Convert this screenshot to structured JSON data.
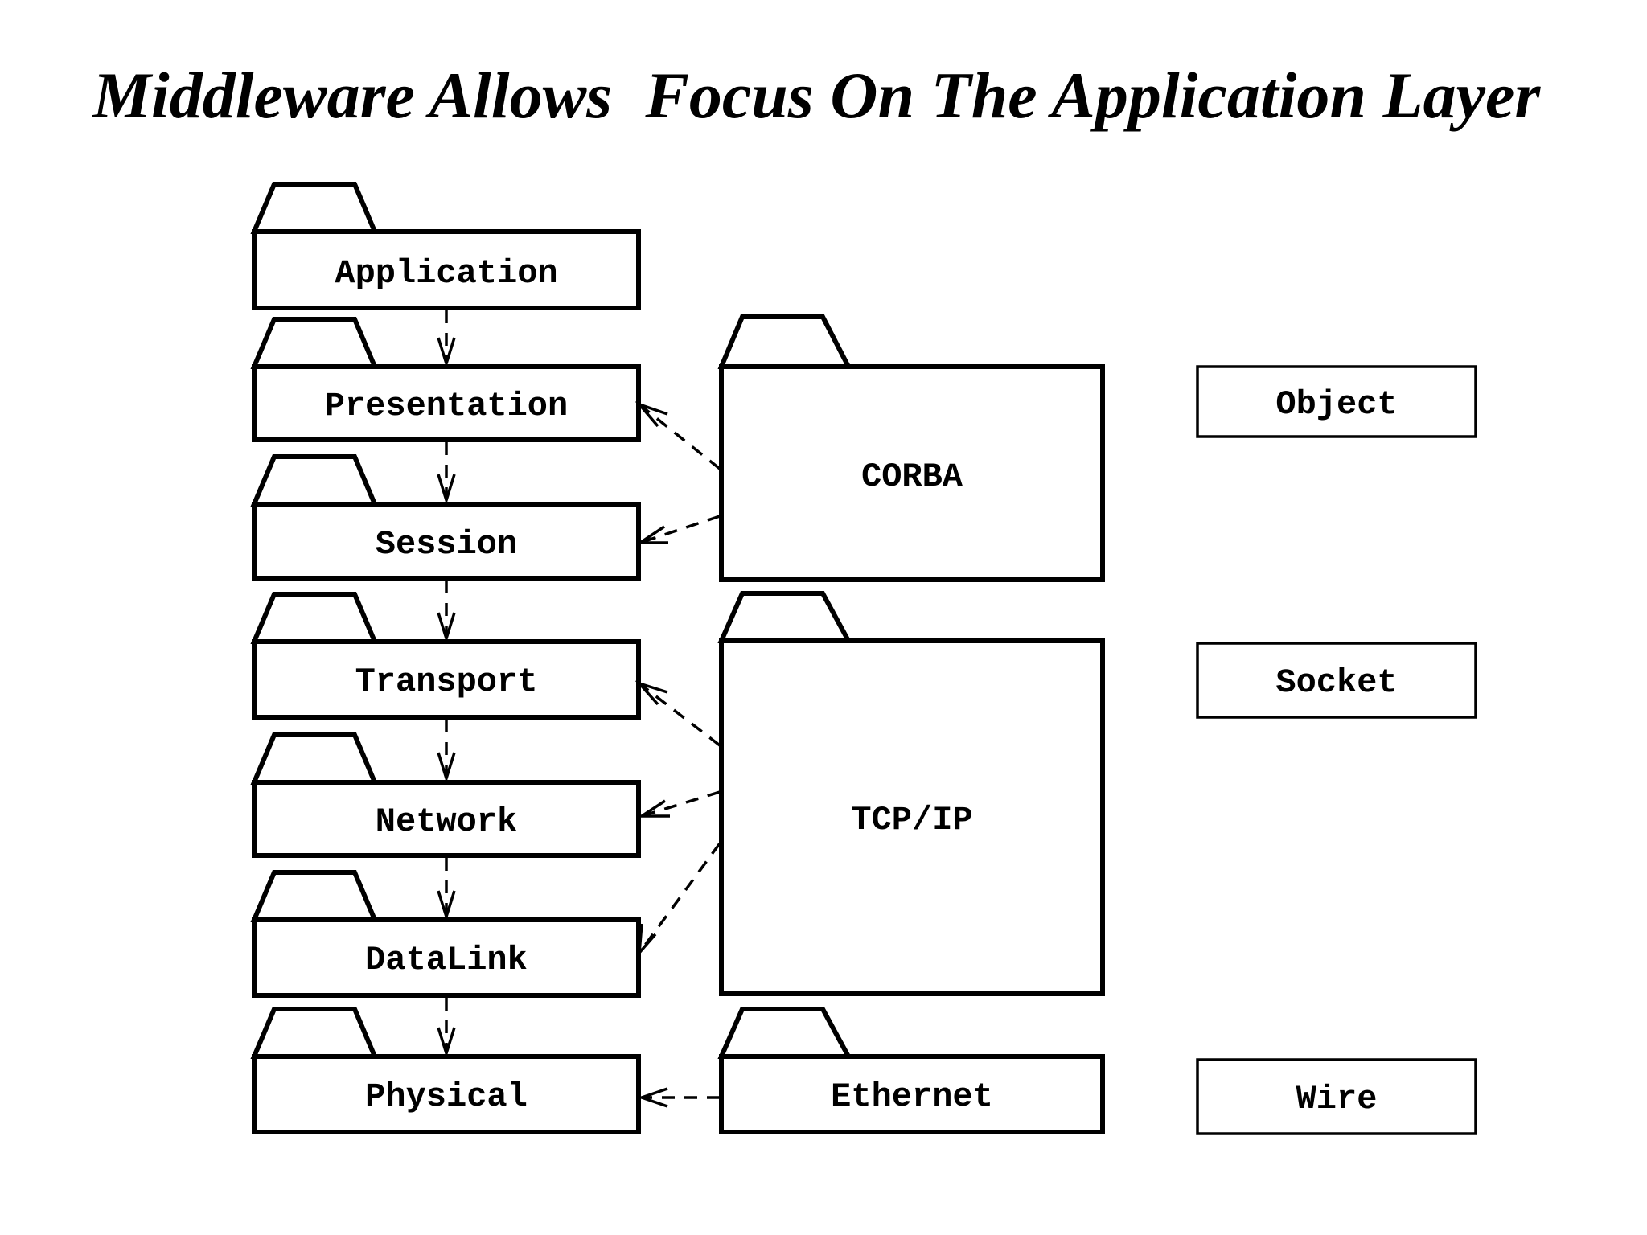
{
  "title": "Middleware Allows  Focus On The Application Layer",
  "osi_layers": [
    "Application",
    "Presentation",
    "Session",
    "Transport",
    "Network",
    "DataLink",
    "Physical"
  ],
  "middleware_packages": [
    "CORBA",
    "TCP/IP",
    "Ethernet"
  ],
  "abstractions": [
    "Object",
    "Socket",
    "Wire"
  ]
}
